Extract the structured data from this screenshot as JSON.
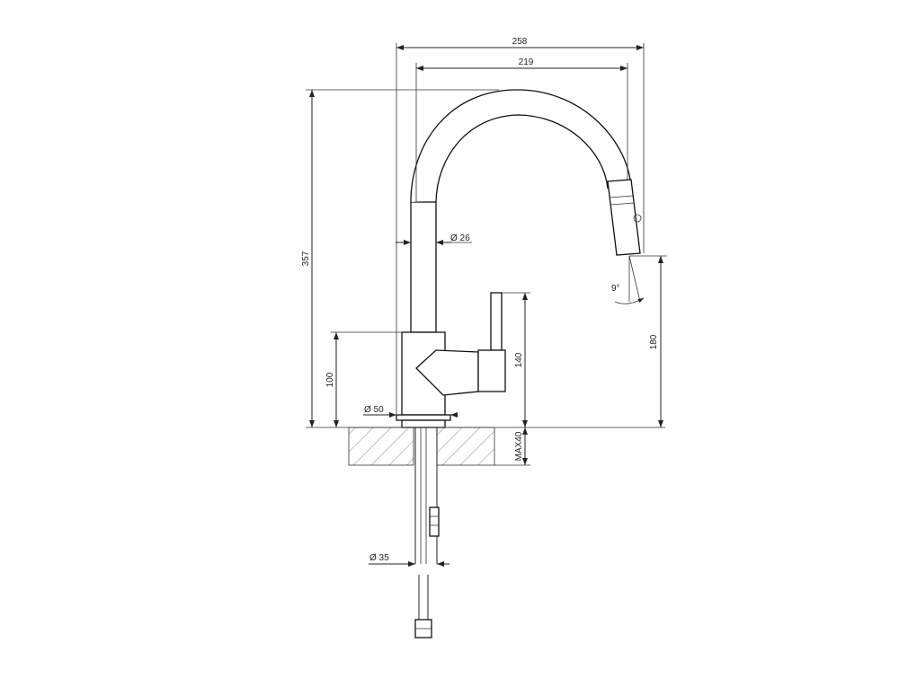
{
  "dimensions": {
    "total_width": "258",
    "spout_reach": "219",
    "total_height": "357",
    "spout_diameter": "Ø 26",
    "outlet_height": "180",
    "spray_angle": "9°",
    "handle_height": "140",
    "body_height": "100",
    "base_diameter": "Ø 50",
    "max_deck_thickness": "MAX40",
    "shank_diameter": "Ø 35"
  }
}
